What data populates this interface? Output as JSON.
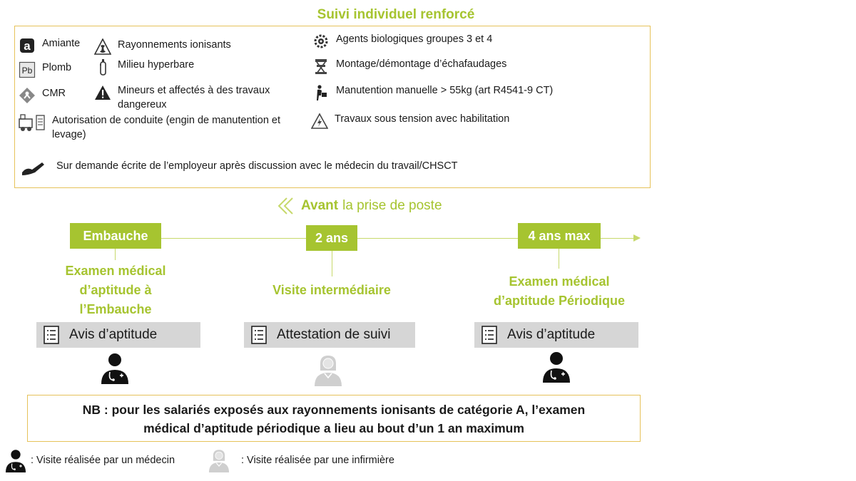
{
  "title": "Suivi individuel renforcé",
  "risks": [
    {
      "label": "Amiante",
      "icon": "asbestos-icon"
    },
    {
      "label": "Rayonnements ionisants",
      "icon": "radiation-icon"
    },
    {
      "label": "Agents biologiques groupes 3 et 4",
      "icon": "biohazard-icon"
    },
    {
      "label": "Plomb",
      "icon": "lead-icon",
      "icon_text": "Pb"
    },
    {
      "label": "Milieu hyperbare",
      "icon": "gas-cylinder-icon"
    },
    {
      "label": "Montage/démontage d’échafaudages",
      "icon": "scaffolding-icon"
    },
    {
      "label": "CMR",
      "icon": "cmr-icon"
    },
    {
      "label": "Mineurs et affectés à des travaux dangereux",
      "icon": "warning-icon"
    },
    {
      "label": "Manutention manuelle > 55kg (art R4541-9 CT)",
      "icon": "manual-handling-icon"
    },
    {
      "label": "Autorisation de conduite (engin de manutention et levage)",
      "icon": "forklift-icon"
    },
    {
      "label": "Travaux sous tension avec habilitation",
      "icon": "electrical-hazard-icon"
    },
    {
      "label": "Sur demande écrite de l’employeur après discussion avec le médecin du travail/CHSCT",
      "icon": "signature-icon"
    }
  ],
  "timeline": {
    "intro_bold": "Avant",
    "intro_rest": "la prise de poste",
    "steps": [
      {
        "marker": "Embauche",
        "exam": "Examen médical d’aptitude à l’Embauche",
        "document": "Avis d’aptitude",
        "visit_by": "médecin"
      },
      {
        "marker": "2 ans",
        "exam": "Visite intermédiaire",
        "document": "Attestation de suivi",
        "visit_by": "infirmière"
      },
      {
        "marker": "4 ans max",
        "exam": "Examen médical d’aptitude Périodique",
        "document": "Avis d’aptitude",
        "visit_by": "médecin"
      }
    ]
  },
  "nb": {
    "line1": "NB : pour les salariés exposés aux rayonnements ionisants de catégorie A, l’examen",
    "line2": "médical d’aptitude périodique a lieu au bout d’un 1 an maximum"
  },
  "legend": {
    "doctor": ": Visite réalisée par un médecin",
    "nurse": ": Visite réalisée par une infirmière"
  },
  "colors": {
    "accent": "#a6c430",
    "border": "#e6c25a",
    "doc_box": "#d6d6d6",
    "doctor": "#111111",
    "nurse": "#cfcfcf"
  }
}
